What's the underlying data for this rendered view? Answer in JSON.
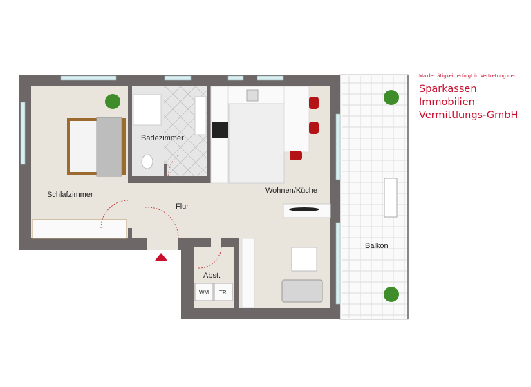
{
  "agency": {
    "note": "Maklertätigkeit erfolgt in Vertretung der",
    "name_line1": "Sparkassen Immobilien",
    "name_line2": "Vermittlungs-GmbH"
  },
  "rooms": {
    "bedroom": "Schlafzimmer",
    "bathroom": "Badezimmer",
    "hall": "Flur",
    "living_kitchen": "Wohnen/Küche",
    "storage": "Abst.",
    "balcony": "Balkon"
  },
  "appliances": {
    "washing_machine": "WM",
    "dryer": "TR"
  },
  "colors": {
    "wall": "#6d6768",
    "floor": "#e9e4dc",
    "accent": "#c8102e",
    "window": "#d8eef0"
  }
}
